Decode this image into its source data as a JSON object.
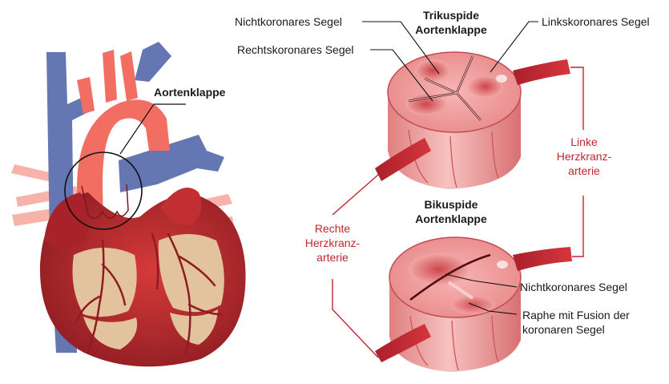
{
  "heart": {
    "label": "Aortenklappe"
  },
  "tricuspid": {
    "title_line1": "Trikuspide",
    "title_line2": "Aortenklappe",
    "label_noncoronary": "Nichtkoronares Segel",
    "label_right_coronary": "Rechtskoronares Segel",
    "label_left_coronary": "Linkskoronares Segel"
  },
  "bicuspid": {
    "title_line1": "Bikuspide",
    "title_line2": "Aortenklappe",
    "label_noncoronary": "Nichtkoronares Segel",
    "label_raphe_line1": "Raphe mit Fusion der",
    "label_raphe_line2": "koronaren Segel"
  },
  "arteries": {
    "left_line1": "Linke",
    "left_line2": "Herzkranz-",
    "left_line3": "arterie",
    "right_line1": "Rechte",
    "right_line2": "Herzkranz-",
    "right_line3": "arterie"
  },
  "colors": {
    "label_red": "#c2252e",
    "vein_blue": "#6577b3",
    "aorta_salmon": "#f26e62",
    "heart_red": "#b52a30",
    "valve_pink": "#e98f8f"
  }
}
